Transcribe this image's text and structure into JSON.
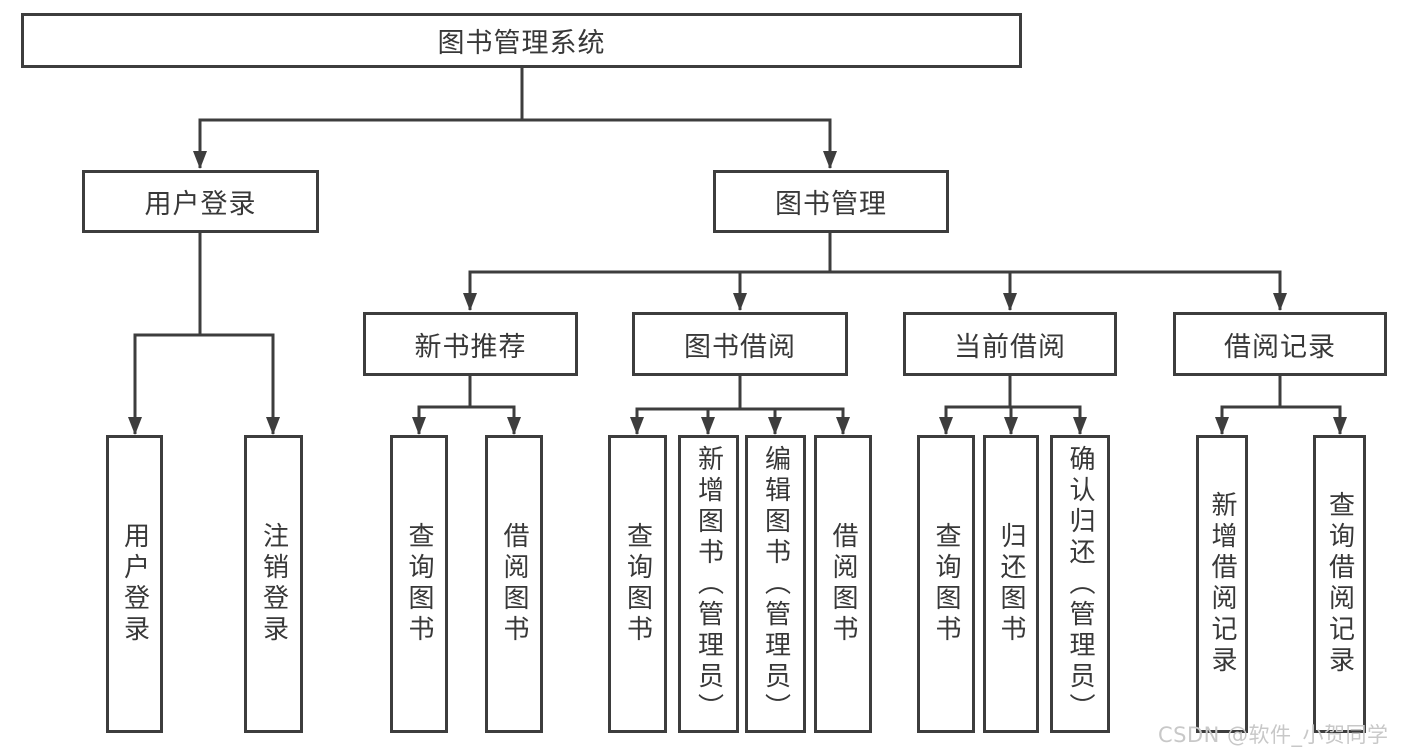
{
  "tree": {
    "label": "图书管理系统",
    "children": [
      {
        "label": "用户登录",
        "children": [
          {
            "label": "用户登录"
          },
          {
            "label": "注销登录"
          }
        ]
      },
      {
        "label": "图书管理",
        "children": [
          {
            "label": "新书推荐",
            "children": [
              {
                "label": "查询图书"
              },
              {
                "label": "借阅图书"
              }
            ]
          },
          {
            "label": "图书借阅",
            "children": [
              {
                "label": "查询图书"
              },
              {
                "label": "新增图书（管理员）"
              },
              {
                "label": "编辑图书（管理员）"
              },
              {
                "label": "借阅图书"
              }
            ]
          },
          {
            "label": "当前借阅",
            "children": [
              {
                "label": "查询图书"
              },
              {
                "label": "归还图书"
              },
              {
                "label": "确认归还（管理员）"
              }
            ]
          },
          {
            "label": "借阅记录",
            "children": [
              {
                "label": "新增借阅记录"
              },
              {
                "label": "查询借阅记录"
              }
            ]
          }
        ]
      }
    ]
  },
  "watermark": {
    "text": "CSDN @软件_小贺同学"
  },
  "colors": {
    "line": "#3d3d3d",
    "text": "#383838",
    "background": "#ffffff",
    "watermark": "#c8c8c8"
  }
}
